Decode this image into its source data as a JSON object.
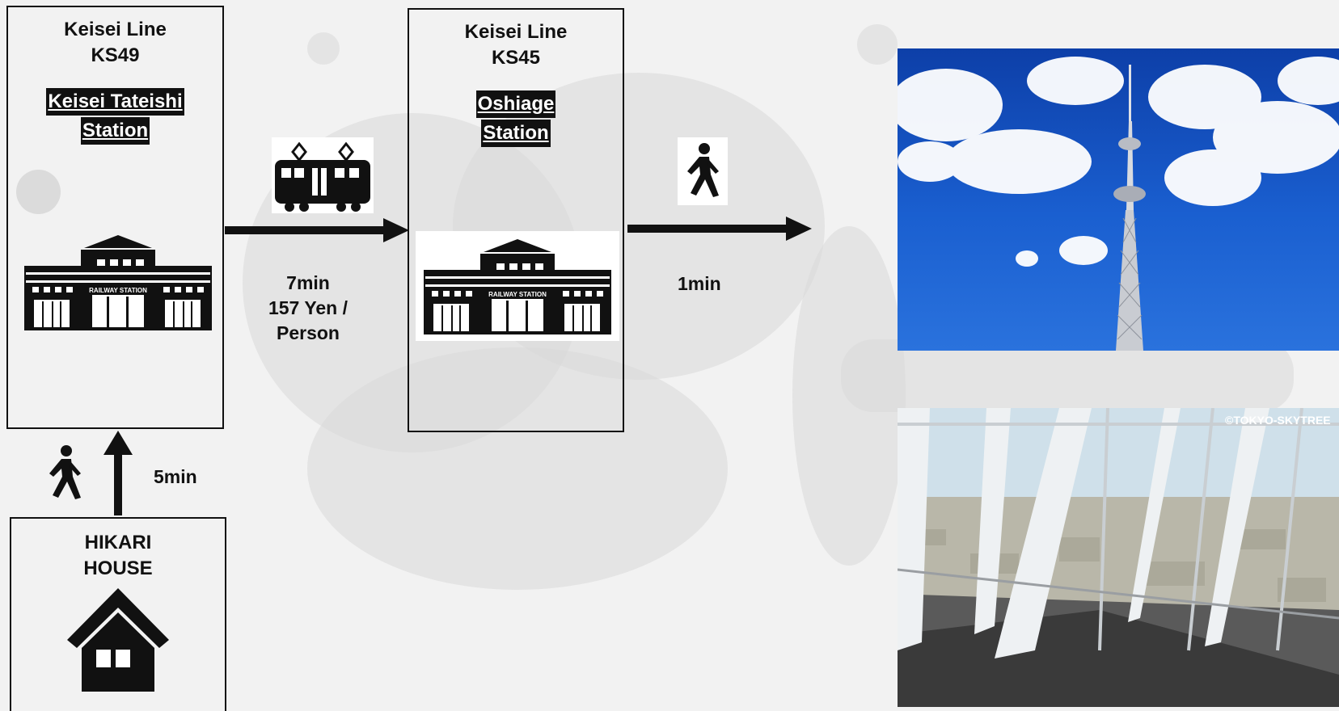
{
  "origin": {
    "title_line1": "HIKARI",
    "title_line2": "HOUSE"
  },
  "station1": {
    "line": "Keisei Line",
    "code": "KS49",
    "name_line1": "Keisei Tateishi",
    "name_line2": "Station",
    "sign": "RAILWAY STATION"
  },
  "station2": {
    "line": "Keisei Line",
    "code": "KS45",
    "name_line1": "Oshiage",
    "name_line2": "Station",
    "sign": "RAILWAY STATION"
  },
  "walk1": {
    "time": "5min"
  },
  "train": {
    "time": "7min",
    "fare_line1": "157 Yen /",
    "fare_line2": "Person"
  },
  "walk2": {
    "time": "1min"
  },
  "photo_interior": {
    "watermark": "©TOKYO-SKYTREE"
  },
  "colors": {
    "ink": "#111111",
    "sky": "#1a5fd0",
    "background": "#f2f2f2"
  },
  "icons": [
    "house-icon",
    "walking-person-icon",
    "train-icon",
    "railway-station-icon",
    "arrow-icon"
  ]
}
